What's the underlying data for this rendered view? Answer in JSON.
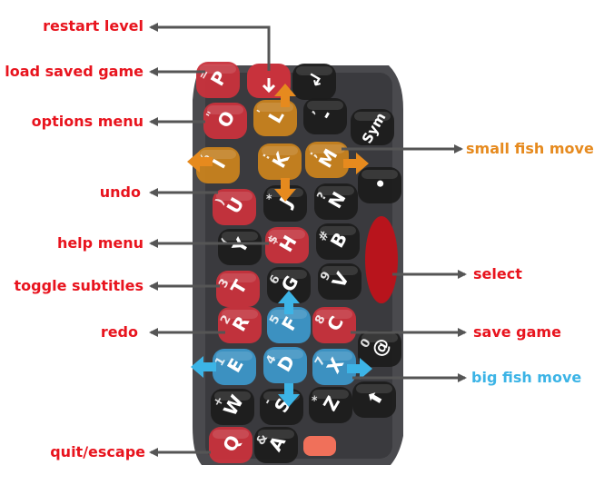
{
  "colors": {
    "label_red": "#e8141e",
    "label_orange": "#e68a1e",
    "label_blue": "#3cb4e6",
    "arrow_gray": "#555555",
    "key_red": "#c8323c",
    "key_orange": "#c8821e",
    "key_blue": "#3c96c8",
    "key_black": "#1c1c1c",
    "case": "#4a4a4e"
  },
  "annotations": {
    "restart_level": "restart level",
    "load_saved_game": "load saved game",
    "options_menu": "options menu",
    "undo": "undo",
    "help_menu": "help menu",
    "toggle_subtitles": "toggle subtitles",
    "redo": "redo",
    "quit_escape": "quit/escape",
    "small_fish_move": "small fish move",
    "select": "select",
    "save_game": "save game",
    "big_fish_move": "big fish move"
  },
  "keys": {
    "p": {
      "main": "P",
      "alt": "="
    },
    "enter": {
      "main": "↲",
      "alt": ""
    },
    "o": {
      "main": "O",
      "alt": "\""
    },
    "l": {
      "main": "L",
      "alt": "'"
    },
    "dash": {
      "main": "-",
      "alt": ","
    },
    "sym": {
      "main": "Sym",
      "alt": ""
    },
    "i": {
      "main": "I",
      "alt": "%"
    },
    "k": {
      "main": "K",
      "alt": ":"
    },
    "m": {
      "main": "M",
      "alt": ";"
    },
    "dot": {
      "main": "•",
      "alt": ""
    },
    "u": {
      "main": "U",
      "alt": ")"
    },
    "j": {
      "main": "J",
      "alt": "*"
    },
    "n": {
      "main": "N",
      "alt": "?"
    },
    "y": {
      "main": "Y",
      "alt": "("
    },
    "h": {
      "main": "H",
      "alt": "$"
    },
    "b": {
      "main": "B",
      "alt": "#"
    },
    "t": {
      "main": "T",
      "alt": "3"
    },
    "g": {
      "main": "G",
      "alt": "6"
    },
    "v": {
      "main": "V",
      "alt": "9"
    },
    "r": {
      "main": "R",
      "alt": "2"
    },
    "f": {
      "main": "F",
      "alt": "5"
    },
    "c": {
      "main": "C",
      "alt": "8"
    },
    "at": {
      "main": "@",
      "alt": "0"
    },
    "e": {
      "main": "E",
      "alt": "1"
    },
    "d": {
      "main": "D",
      "alt": "4"
    },
    "x": {
      "main": "X",
      "alt": "7"
    },
    "w": {
      "main": "W",
      "alt": "+"
    },
    "s": {
      "main": "S",
      "alt": "-"
    },
    "z": {
      "main": "Z",
      "alt": "*"
    },
    "shift": {
      "main": "⬆",
      "alt": ""
    },
    "q": {
      "main": "Q",
      "alt": ""
    },
    "a": {
      "main": "A",
      "alt": "&"
    }
  }
}
